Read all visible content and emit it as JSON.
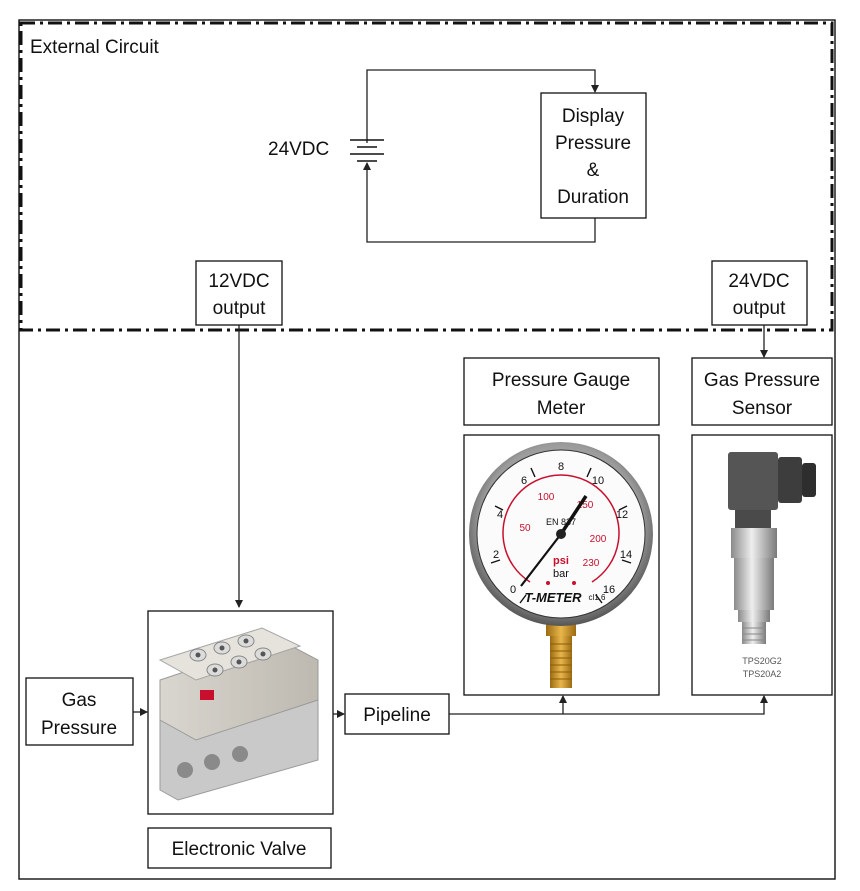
{
  "external_circuit": {
    "title": "External Circuit",
    "supply_label": "24VDC",
    "display_lines": [
      "Display",
      "Pressure",
      "&",
      "Duration"
    ]
  },
  "outputs": {
    "valve_output": [
      "12VDC",
      "output"
    ],
    "sensor_output": [
      "24VDC",
      "output"
    ]
  },
  "components": {
    "gauge_title": [
      "Pressure Gauge",
      "Meter"
    ],
    "sensor_title": [
      "Gas Pressure",
      "Sensor"
    ],
    "gas_pressure": [
      "Gas",
      "Pressure"
    ],
    "pipeline": "Pipeline",
    "valve_title": "Electronic Valve"
  },
  "gauge_face": {
    "standard": "EN 837",
    "unit_psi": "psi",
    "unit_bar": "bar",
    "brand": "T-METER",
    "class": "cl1.6",
    "bar_ticks": [
      "0",
      "2",
      "4",
      "6",
      "8",
      "10",
      "12",
      "14",
      "16"
    ],
    "psi_ticks": [
      "50",
      "100",
      "150",
      "200",
      "230"
    ]
  },
  "sensor_models": [
    "TPS20G2",
    "TPS20A2"
  ],
  "colors": {
    "line": "#111111",
    "gauge_red": "#c8102e",
    "brass": "#c89a2c",
    "sensor_body": "#4a4a4a"
  }
}
